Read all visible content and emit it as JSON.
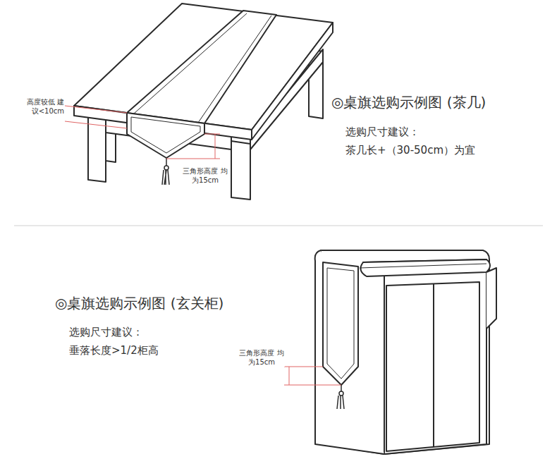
{
  "diagram": {
    "labels": [
      "高度较低 建议<10cm",
      "三角形高度 均为15cm",
      "◎桌旗选购示例图 (茶几)",
      "选购尺寸建议：",
      "茶几长+（30-50cm）为宜",
      "◎桌旗选购示例图 (玄关柜)",
      "选购尺寸建议：",
      "垂落长度>1/2柜高",
      "三角形高度 均为15cm"
    ]
  }
}
